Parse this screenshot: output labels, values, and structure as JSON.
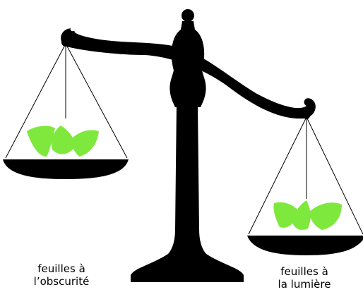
{
  "left_pan": {
    "caption_line1": "feuilles à",
    "caption_line2": "l’obscurité"
  },
  "right_pan": {
    "caption_line1": "feuilles à",
    "caption_line2": "la lumière"
  },
  "colors": {
    "balance": "#000000",
    "leaves": "#7ee83c",
    "background": "#ffffff"
  }
}
